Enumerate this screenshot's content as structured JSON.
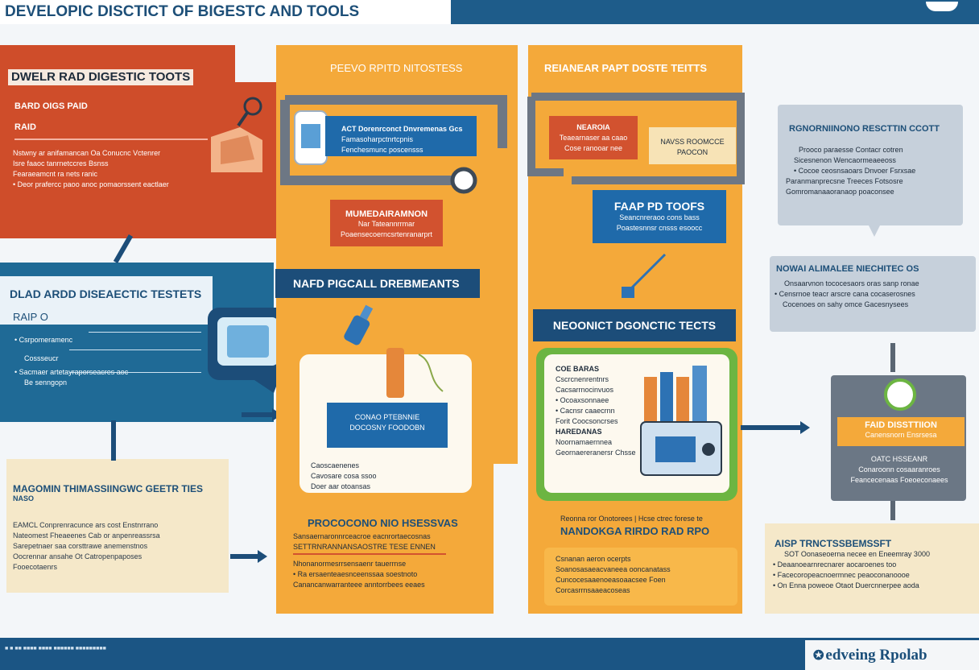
{
  "header": {
    "title": "DEVELOPIC DISCTICT OF BIGESTC AND TOOLS"
  },
  "footer": {
    "small_text": "■ ■ ■■ ■■■■ ■■■■ ■■■■■■ ■■■■■■■■■",
    "brand": "edveing Rpolab"
  },
  "left": {
    "red": {
      "title": "DWELR RAD DIGESTIC TOOTS",
      "sub1": "BARD OIGS PAID",
      "sub2": "RAID",
      "lines": [
        "Nstwny ar anifamancan Oa Conucnc Vctenrer",
        "Isre faaoc tanrnetccres Bsnss",
        "Fearaeamcnt ra nets ranic",
        "Deor prafercc paoo anoc pomaorssent eactlaer"
      ]
    },
    "blue": {
      "title": "DLAD ARDD DISEAECTIC TESTETS",
      "sub": "RAIP O",
      "lines": [
        "Csrpomeramenc",
        "Cossseucr",
        "Sacmaer artetayraporseacres aoc",
        "Be senngopn"
      ]
    },
    "cream": {
      "title": "MAGOMIN THIMASSIINGWC GEETR TIES",
      "sub": "NASO",
      "lines": [
        "EAMCL Conprenracunce ars cost Enstnrrano",
        "Nateomest Fheaeenes Cab or anpenreassrsa",
        "Sarepetnaer saa corsttrawe anemenstnos",
        "Oocrennar ansahe Ot Catropenpaposes",
        "Fooecotaenrs"
      ]
    }
  },
  "center_a": {
    "title": "PEEVO RPITD NITOSTESS",
    "box1": {
      "title": "ACT Dorenrconct Dnvremenas Gcs",
      "lines": [
        "Famasoharpctnrtcpnis",
        "Fenchesmunc poscensss"
      ]
    },
    "box2": {
      "title": "MUMEDAIRAMNON",
      "lines": [
        "Nar Tateannrrmar",
        "Poaensecoerncsrtenranarprt"
      ]
    },
    "navy": "NAFD PIGCALL DREBMEANTS",
    "card_box": {
      "lines": [
        "CONAO PTEBNNIE",
        "DOCOSNY FOODOBN"
      ]
    },
    "card_lines": [
      "Caoscaenenes",
      "Cavosare cosa ssoo",
      "Doer aar otoansas"
    ],
    "bottom_title": "PROCOCONO NIO HSESSVAS",
    "bottom_lines": [
      "Sansaernaronnrceacroe eacnrortaecosnas",
      "SETTRNRANNANSAOSTRE TESE ENNEN",
      "Nhonanormesrrsensaenr tauerrnse",
      "Ra ersaenteaesnceenssaa soestnoto",
      "Canancanwarranteee anntorrbees eeaes"
    ]
  },
  "center_b": {
    "title": "REIANEAR PAPT DOSTE TEITTS",
    "box1": {
      "title": "NEAROIA",
      "lines": [
        "Teaearnaser aa caao",
        "Cose ranooar nee"
      ]
    },
    "box2": {
      "lines": [
        "NAVSS ROOMCCE",
        "PAOCON"
      ]
    },
    "box3": {
      "title": "FAAP PD TOOFS",
      "lines": [
        "Seancnreraoo cons bass",
        "Poastesnnsr cnsss esoocc"
      ]
    },
    "navy": "NEOONICT DGONCTIC TECTS",
    "card_lines": [
      "COE BARAS",
      "Cscrcnenrentnrs",
      "Cacsarrnocinvuos",
      "Ocoaxsonnaee",
      "Cacnsr caaecrnn",
      "Forit Coocsoncrses",
      "",
      "HAREDANAS",
      "Noornamaernnea",
      "Geornaereranersr Chsse"
    ],
    "bottom_small": "Reonna ror Onotorees | Hcse ctrec forese te",
    "bottom_title": "NANDOKGA RIRDO RAD RPO",
    "bottom_lines": [
      "Csnanan aeron ocerpts",
      "Soanosasaeacvaneea ooncanatass",
      "Cuncocesaaenoeasoaacsee Foen",
      "Corcasrrnsaaeacoseas"
    ]
  },
  "right": {
    "bubble1": {
      "title": "RGNORNIINONO RESCTTIN CCOTT",
      "lines": [
        "Prooco paraesse Contacr cotren",
        "Sicesnenon Wencaormeaeeoss",
        "Cocoe ceosnsaoars Dnvoer Fsrxsae",
        "Paranmanprecsne Treeces Fotsosre",
        "Gomromanaaoranaop poaconsee"
      ]
    },
    "bubble2": {
      "title": "NOWAI ALIMALEE NIECHITEC OS",
      "lines": [
        "Onsaarvnon tococesaors oras sanp ronae",
        "Censrnoe teacr arscre cana cocaserosnes",
        "Cocenoes on sahy omce Gacesnysees"
      ]
    },
    "gray": {
      "title": "FAID DISSTTIION",
      "sub": "Canensnorn Ensrsesa",
      "lines": [
        "OATC HSSEANR",
        "Conaroonn cosaaranroes",
        "Feancecenaas Foeoeconaees"
      ]
    },
    "cream": {
      "title": "AISP TRNCTSSBEMSSFT",
      "lines": [
        "SOT Oonaseoerna necee en Eneemray 3000",
        "Deaanoearnrecnarer aocaroenes too",
        "Facecoropeacnoermnec peaoconanoooe",
        "",
        "On Enna poweoe Otaot Duercnnerpee aoda"
      ]
    }
  }
}
